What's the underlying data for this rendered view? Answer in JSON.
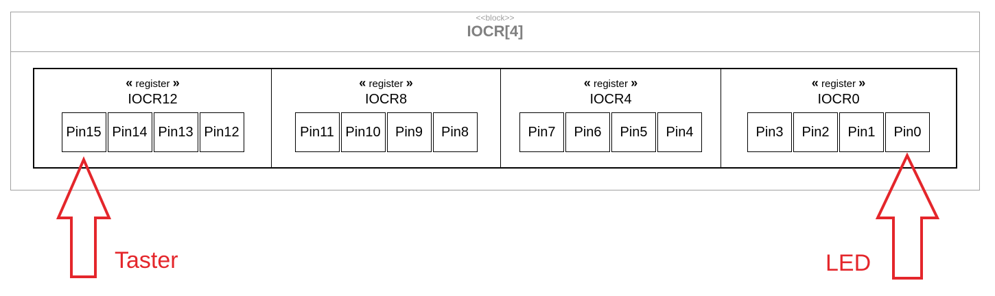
{
  "block": {
    "stereotype": "<<block>>",
    "title": "IOCR[4]"
  },
  "registers": [
    {
      "stereotype_open": "«",
      "stereotype": "register",
      "stereotype_close": "»",
      "name": "IOCR12",
      "pins": [
        "Pin15",
        "Pin14",
        "Pin13",
        "Pin12"
      ]
    },
    {
      "stereotype_open": "«",
      "stereotype": "register",
      "stereotype_close": "»",
      "name": "IOCR8",
      "pins": [
        "Pin11",
        "Pin10",
        "Pin9",
        "Pin8"
      ]
    },
    {
      "stereotype_open": "«",
      "stereotype": "register",
      "stereotype_close": "»",
      "name": "IOCR4",
      "pins": [
        "Pin7",
        "Pin6",
        "Pin5",
        "Pin4"
      ]
    },
    {
      "stereotype_open": "«",
      "stereotype": "register",
      "stereotype_close": "»",
      "name": "IOCR0",
      "pins": [
        "Pin3",
        "Pin2",
        "Pin1",
        "Pin0"
      ]
    }
  ],
  "annotations": [
    {
      "label": "Taster",
      "target": "Pin15"
    },
    {
      "label": "LED",
      "target": "Pin0"
    }
  ],
  "colors": {
    "arrow": "#e4262b",
    "block_border": "#a0a0a0",
    "title": "#808080"
  }
}
